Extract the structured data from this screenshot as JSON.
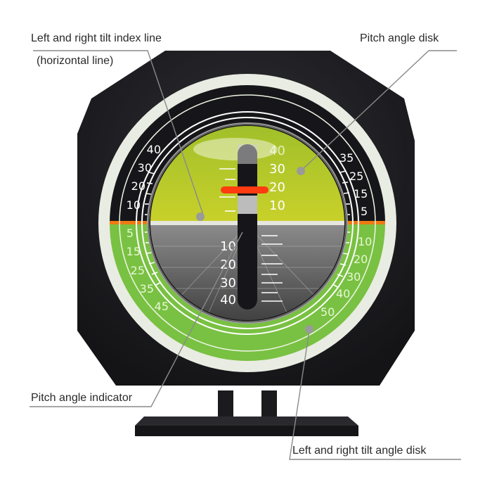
{
  "annotations": {
    "tilt_index_line": {
      "line1": "Left and right tilt index line",
      "line2": "(horizontal line)"
    },
    "pitch_angle_disk": "Pitch angle disk",
    "pitch_angle_indicator": "Pitch angle indicator",
    "tilt_angle_disk": "Left and right tilt angle disk"
  },
  "gauge": {
    "left_scale_upper": [
      "40",
      "30",
      "20",
      "10"
    ],
    "left_scale_lower": [
      "5",
      "15",
      "25",
      "35",
      "45"
    ],
    "right_scale_upper": [
      "35",
      "25",
      "15",
      "5"
    ],
    "right_scale_lower": [
      "10",
      "20",
      "30",
      "40",
      "50"
    ],
    "pitch_scale_upper": [
      "40",
      "30",
      "20",
      "10"
    ],
    "pitch_scale_lower": [
      "10",
      "20",
      "30",
      "40"
    ]
  },
  "colors": {
    "body": "#1c1c20",
    "ring": "#e9ece2",
    "green": "#79c142",
    "accent_orange": "#f07a12",
    "indicator_red": "#ff3b10",
    "leader_line": "#8a8a8a"
  }
}
